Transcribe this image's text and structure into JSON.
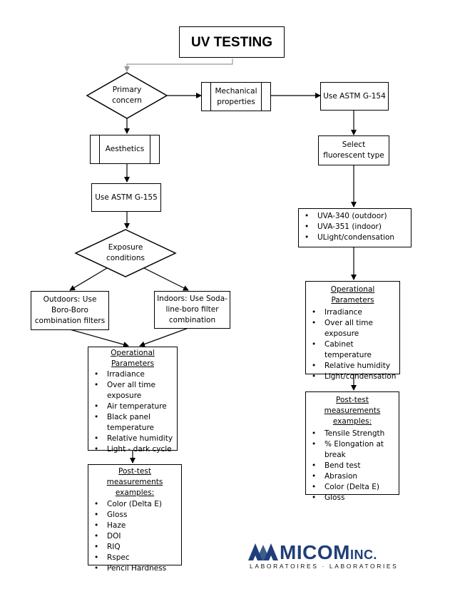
{
  "title": "UV TESTING",
  "primary_concern": "Primary concern",
  "mechanical": "Mechanical properties",
  "aesthetics": "Aesthetics",
  "use_g155": "Use ASTM G-155",
  "use_g154": "Use ASTM G-154",
  "select_fluorescent": "Select fluorescent type",
  "exposure_conditions": "Exposure conditions",
  "outdoors": "Outdoors: Use Boro-Boro combination filters",
  "indoors": "Indoors: Use Soda-line-boro filter combination",
  "lamp_types": [
    "UVA-340 (outdoor)",
    "UVA-351 (indoor)",
    "ULight/condensation"
  ],
  "left_operational": {
    "heading": "Operational Parameters",
    "items": [
      "Irradiance",
      "Over all time exposure",
      "Air temperature",
      "Black panel temperature",
      "Relative humidity",
      "Light - dark cycle"
    ]
  },
  "left_post": {
    "heading": "Post-test measurements examples:",
    "items": [
      "Color (Delta E)",
      "Gloss",
      "Haze",
      "DOI",
      "RIQ",
      "Rspec",
      "Pencil Hardness"
    ]
  },
  "right_operational": {
    "heading": "Operational Parameters",
    "items": [
      "Irradiance",
      "Over all time exposure",
      "Cabinet temperature",
      "Relative humidity",
      "Light/condensation"
    ]
  },
  "right_post": {
    "heading": "Post-test measurements examples:",
    "items": [
      "Tensile Strength",
      "% Elongation at break",
      "Bend test",
      "Abrasion",
      "Color (Delta E)",
      "Gloss"
    ]
  },
  "logo": {
    "name": "MICOM",
    "suffix": "INC.",
    "tagline": "LABORATOIRES · LABORATORIES",
    "color": "#1f3f7a"
  }
}
